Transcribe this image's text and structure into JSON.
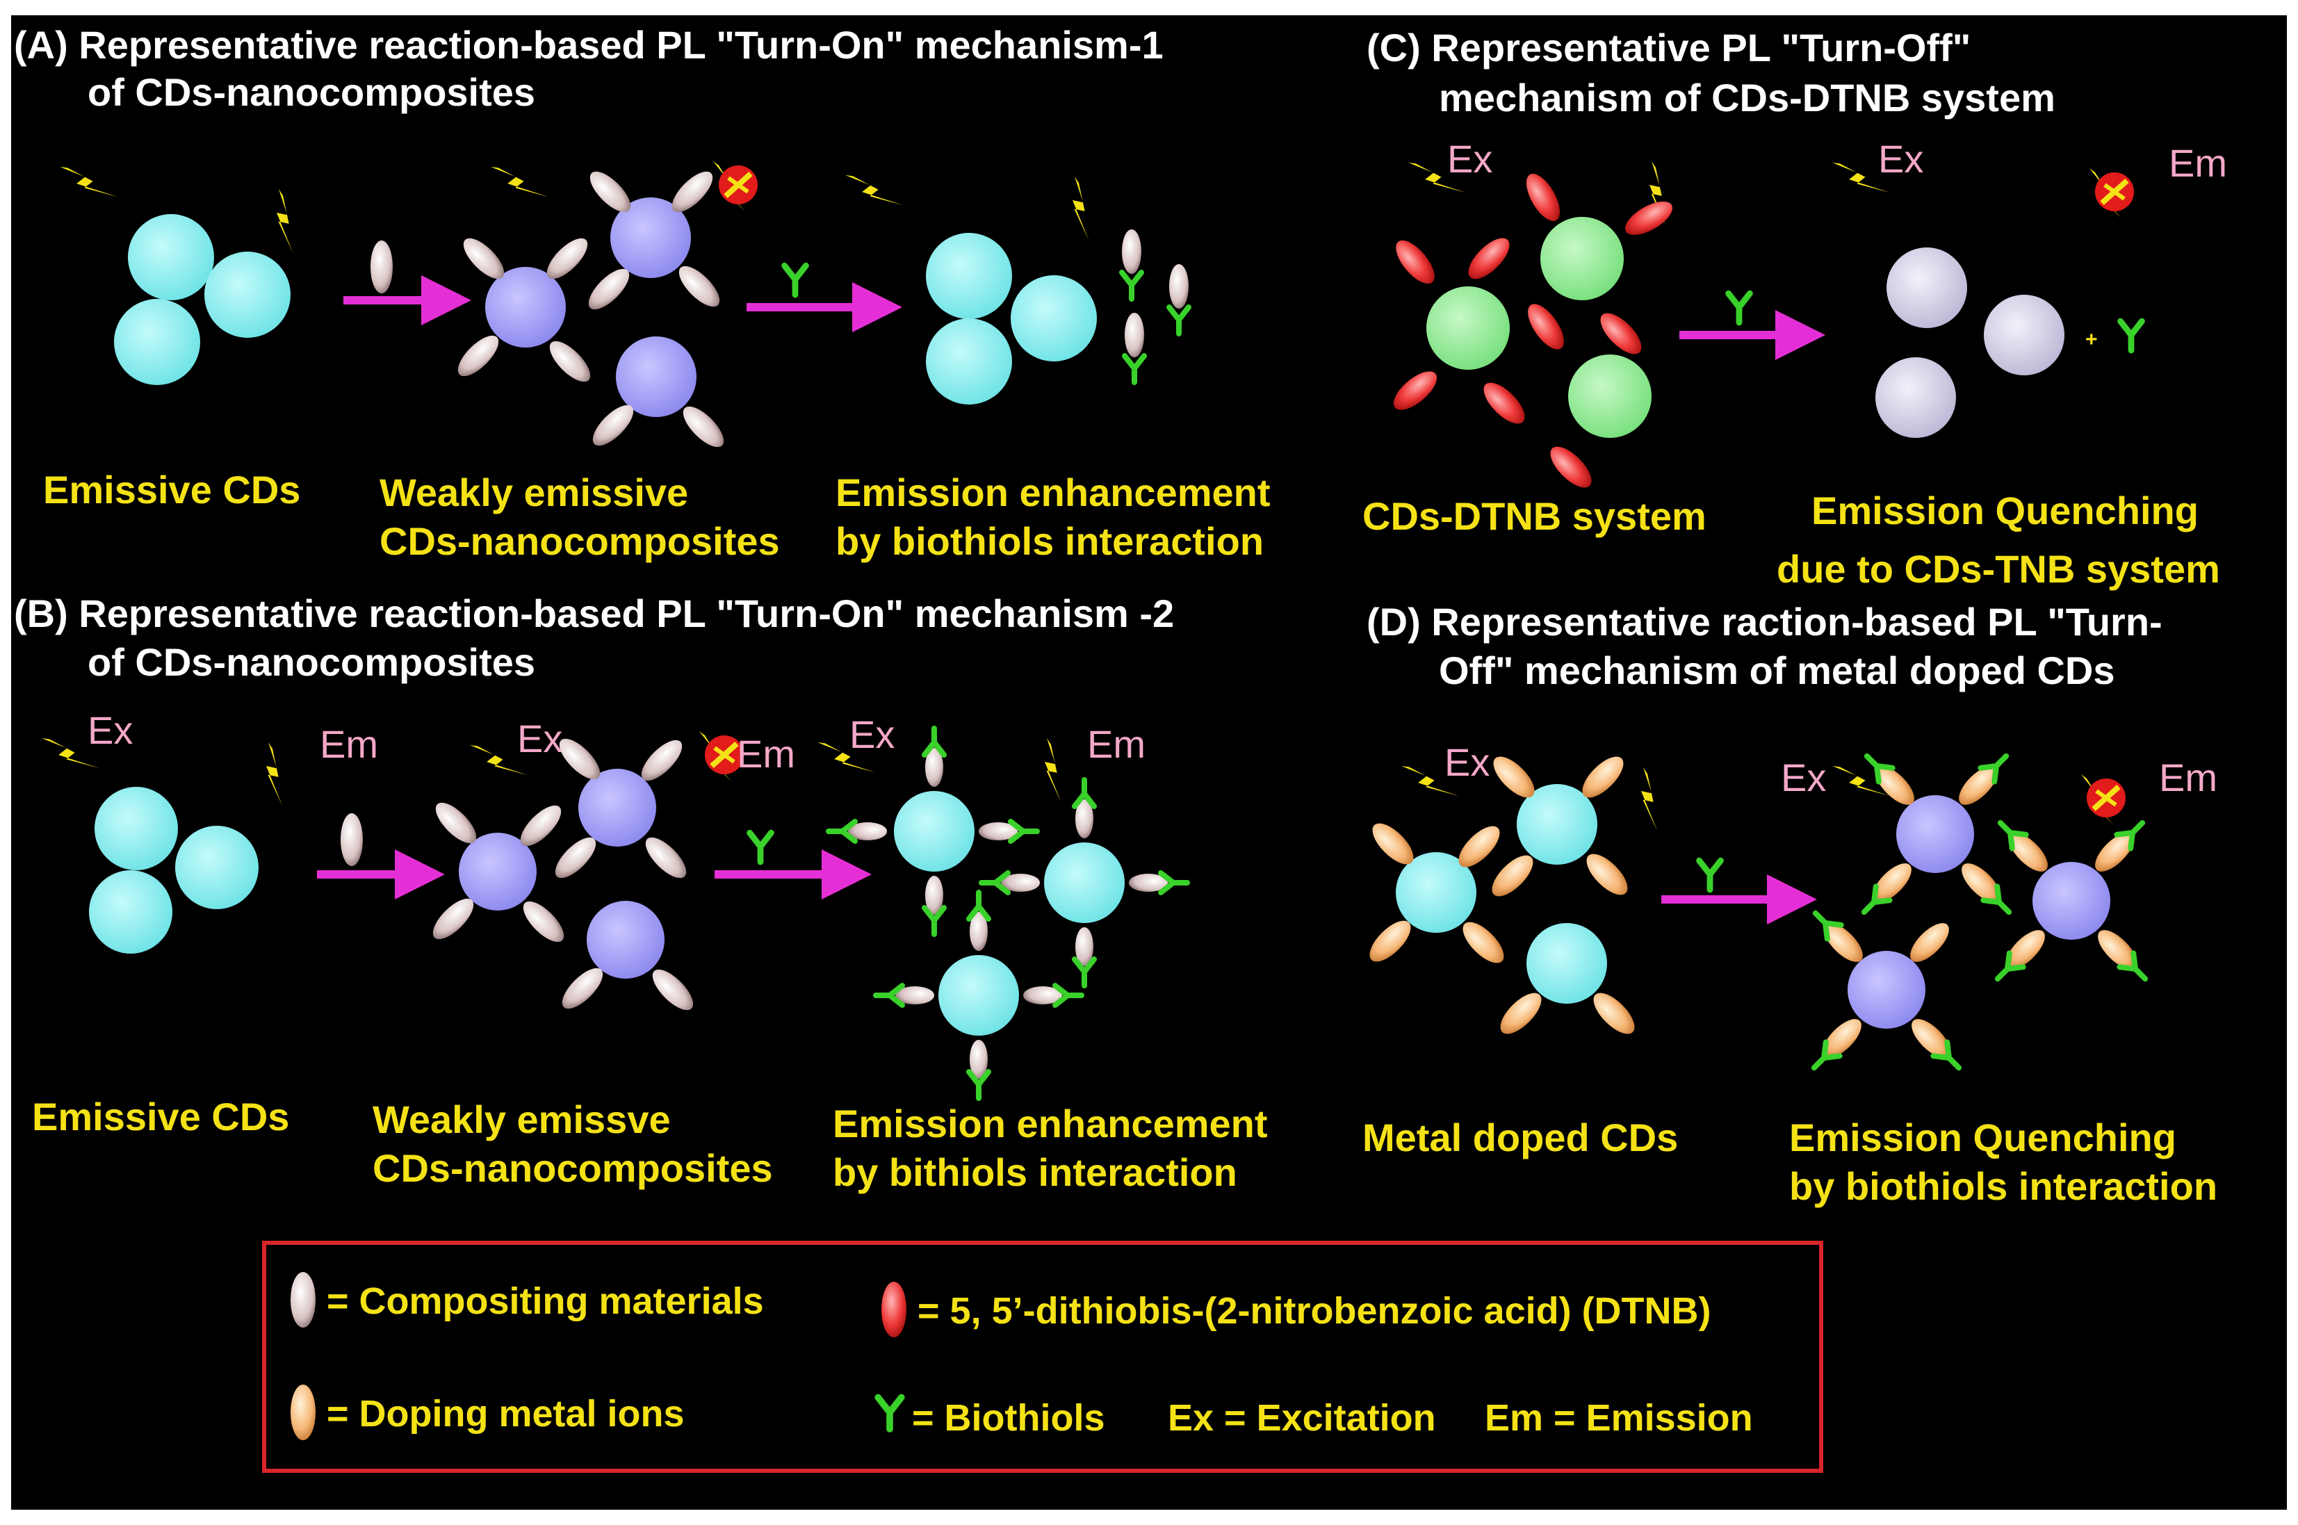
{
  "panels": {
    "a": {
      "title_line1": "(A) Representative reaction-based PL \"Turn-On\" mechanism-1",
      "title_line2": "of CDs-nanocomposites",
      "step1": "Emissive CDs",
      "step2_line1": "Weakly emissive",
      "step2_line2": "CDs-nanocomposites",
      "step3_line1": "Emission enhancement",
      "step3_line2": "by biothiols interaction"
    },
    "b": {
      "title_line1": "(B) Representative reaction-based PL \"Turn-On\" mechanism -2",
      "title_line2": "of CDs-nanocomposites",
      "step1": "Emissive CDs",
      "step2_line1": "Weakly emissve",
      "step2_line2": "CDs-nanocomposites",
      "step3_line1": "Emission enhancement",
      "step3_line2": "by bithiols interaction"
    },
    "c": {
      "title_line1": "(C) Representative PL \"Turn-Off\"",
      "title_line2": "mechanism of CDs-DTNB system",
      "step1": "CDs-DTNB system",
      "step2_line1": "Emission  Quenching",
      "step2_line2": "due to CDs-TNB system"
    },
    "d": {
      "title_line1": "(D) Representative raction-based PL \"Turn-",
      "title_line2": "Off\"  mechanism of metal doped CDs",
      "step1": "Metal doped CDs",
      "step2_line1": "Emission Quenching",
      "step2_line2": "by biothiols interaction"
    }
  },
  "tags": {
    "ex": "Ex",
    "em": "Em",
    "plus": "+"
  },
  "legend": {
    "compositing": "= Compositing materials",
    "dtnb": "= 5, 5’-dithiobis-(2-nitrobenzoic acid) (DTNB)",
    "doping": "= Doping metal ions",
    "biothiols": "= Biothiols",
    "ex_def": "Ex = Excitation",
    "em_def": "Em = Emission"
  },
  "colors": {
    "background": "#000000",
    "cd_cyan": "#8ff0f0",
    "cd_blue": "#a4a1f5",
    "cd_green": "#96f09a",
    "cd_lavender": "#d8d6ea",
    "arrow_magenta": "#e52fd6",
    "text_yellow": "#f5e216",
    "text_pink": "#f4a8c8",
    "biothiol_green": "#39d12a",
    "legend_border": "#d8262b"
  }
}
